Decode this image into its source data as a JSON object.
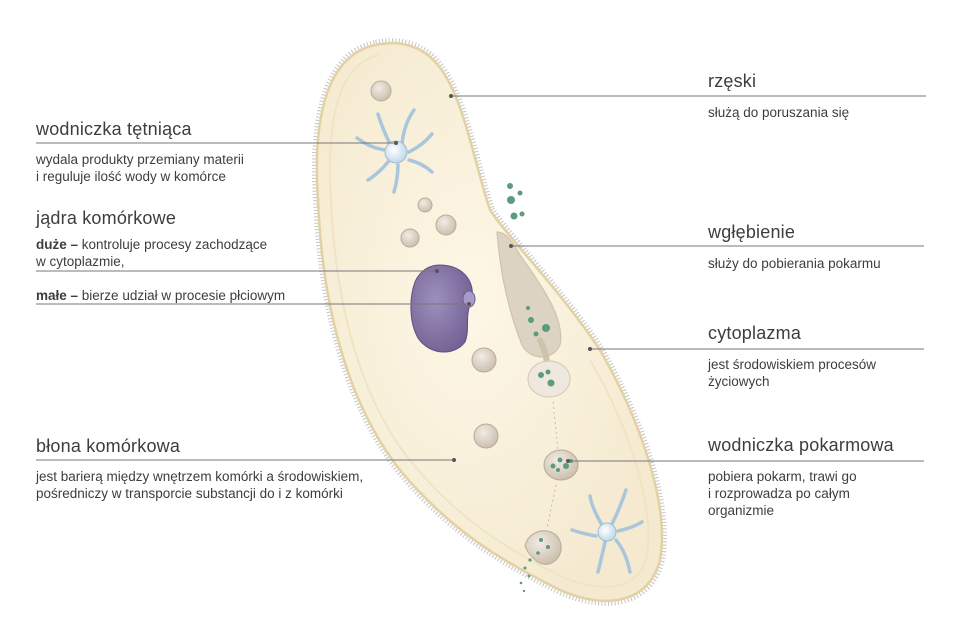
{
  "labels": {
    "rzeski": {
      "title": "rzęski",
      "desc": "służą do poruszania się"
    },
    "wodniczka_tetniaca": {
      "title": "wodniczka tętniąca",
      "desc_line1": "wydala produkty przemiany materii",
      "desc_line2": "i reguluje ilość wody w komórce"
    },
    "jadra": {
      "title": "jądra komórkowe",
      "duze_term": "duże –",
      "duze_desc_line1": "kontroluje procesy zachodzące",
      "duze_desc_line2": "w cytoplazmie,",
      "male_term": "małe –",
      "male_desc": "bierze udział w procesie płciowym"
    },
    "wglebienie": {
      "title": "wgłębienie",
      "desc": "służy do pobierania pokarmu"
    },
    "cytoplazma": {
      "title": "cytoplazma",
      "desc_line1": "jest środowiskiem procesów",
      "desc_line2": "życiowych"
    },
    "blona": {
      "title": "błona komórkowa",
      "desc_line1": "jest barierą między wnętrzem komórki a środowiskiem,",
      "desc_line2": "pośredniczy w transporcie substancji do i z komórki"
    },
    "wodniczka_pokarmowa": {
      "title": "wodniczka pokarmowa",
      "desc_line1": "pobiera pokarm, trawi go",
      "desc_line2": "i rozprowadza po całym",
      "desc_line3": "organizmie"
    }
  },
  "colors": {
    "cell_fill": "#fbf3dc",
    "cell_edge": "#e4d4a6",
    "cilia": "#b9b9b9",
    "macronucleus": "#8a7aa9",
    "micronucleus": "#9a8cbc",
    "vacuole": "#e6dccf",
    "food_particles": "#5a9a7c",
    "contractile_vacuole": "#cfe3ef",
    "leader_line": "#777777"
  }
}
